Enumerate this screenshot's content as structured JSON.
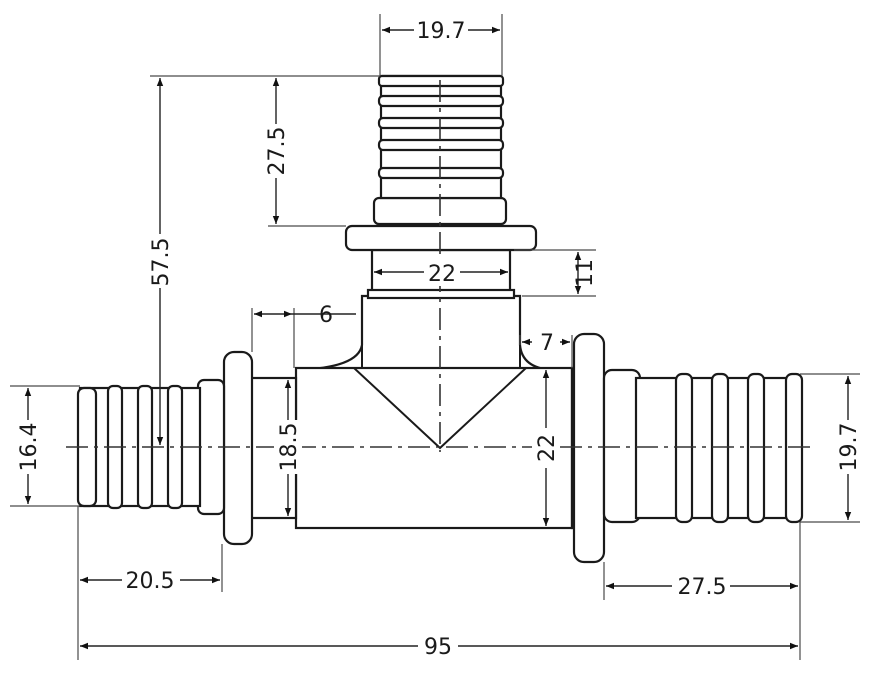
{
  "drawing": {
    "dimensions": {
      "top_outlet_diameter": "19.7",
      "top_barb_length": "27.5",
      "top_total_height": "57.5",
      "neck_diameter": "22",
      "neck_height": "11",
      "neck_offset": "6",
      "right_neck_offset": "7",
      "left_outlet_diameter": "16.4",
      "body_bore_diameter": "18.5",
      "body_outer_diameter": "22",
      "right_outlet_diameter": "19.7",
      "left_barb_length": "20.5",
      "right_barb_length": "27.5",
      "overall_length": "95"
    },
    "colors": {
      "line": "#1a1a1a",
      "background": "#ffffff"
    }
  }
}
